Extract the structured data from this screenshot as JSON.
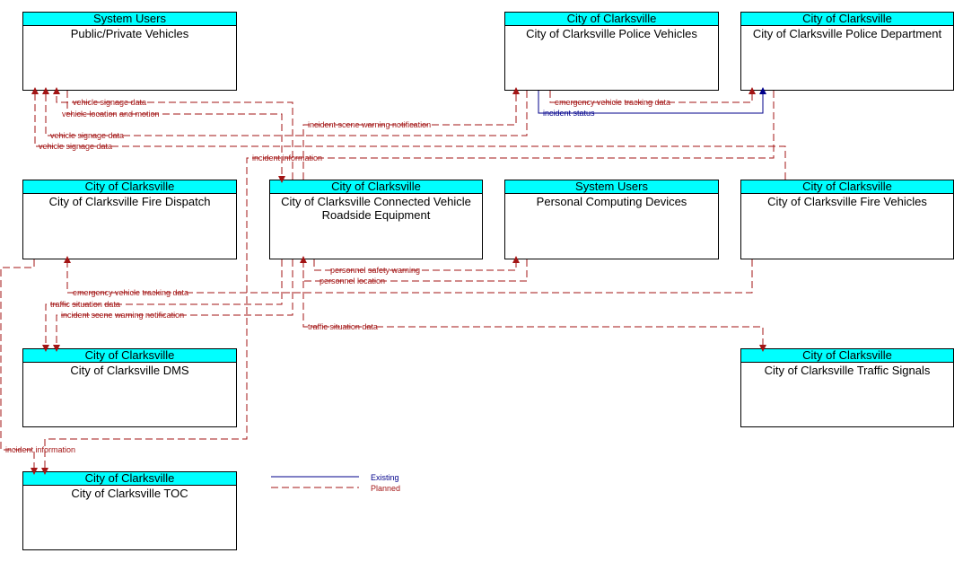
{
  "nodes": {
    "public_private_vehicles": {
      "group": "System Users",
      "name": "Public/Private Vehicles"
    },
    "police_vehicles": {
      "group": "City of Clarksville",
      "name": "City of Clarksville Police Vehicles"
    },
    "police_department": {
      "group": "City of Clarksville",
      "name": "City of Clarksville Police Department"
    },
    "fire_dispatch": {
      "group": "City of Clarksville",
      "name": "City of Clarksville Fire Dispatch"
    },
    "cv_roadside_equipment": {
      "group": "City of Clarksville",
      "name": "City of Clarksville Connected Vehicle Roadside Equipment"
    },
    "personal_computing_devices": {
      "group": "System Users",
      "name": "Personal Computing Devices"
    },
    "fire_vehicles": {
      "group": "City of Clarksville",
      "name": "City of Clarksville Fire Vehicles"
    },
    "dms": {
      "group": "City of Clarksville",
      "name": "City of Clarksville DMS"
    },
    "traffic_signals": {
      "group": "City of Clarksville",
      "name": "City of Clarksville Traffic Signals"
    },
    "toc": {
      "group": "City of Clarksville",
      "name": "City of Clarksville TOC"
    }
  },
  "flows": {
    "f1": "vehicle signage data",
    "f2": "vehicle location and motion",
    "f3": "incident scene warning notification",
    "f4": "vehicle signage data",
    "f5": "vehicle signage data",
    "f6": "incident information",
    "f7": "emergency vehicle tracking data",
    "f8": "incident status",
    "f9": "personnel safety warning",
    "f10": "personnel location",
    "f11": "emergency vehicle tracking data",
    "f12": "traffic situation data",
    "f13": "incident scene warning notification",
    "f14": "traffic situation data",
    "f15": "incident information"
  },
  "legend": {
    "existing": "Existing",
    "planned": "Planned",
    "existing_color": "#00008b",
    "planned_color": "#a31515"
  }
}
